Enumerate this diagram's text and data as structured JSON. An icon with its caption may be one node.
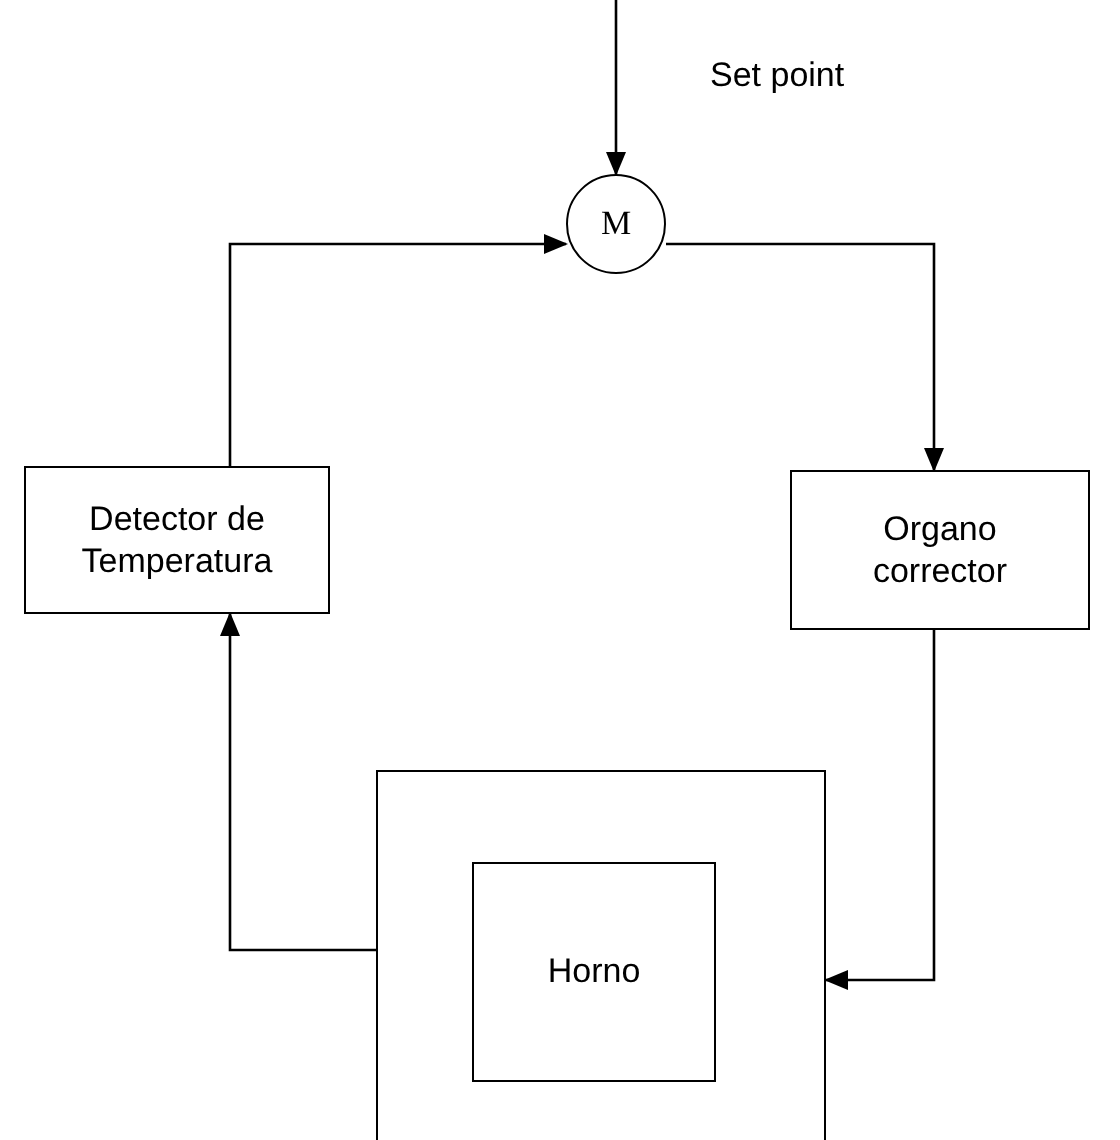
{
  "diagram": {
    "nodes": [
      {
        "text": [
          "M"
        ]
      },
      {
        "text": [
          "Detector de Temperatura"
        ]
      },
      {
        "text": [
          "Organo corrector"
        ]
      },
      {
        "text": [],
        "shape": "box"
      },
      {
        "text": [
          "Horno"
        ],
        "in": 3
      }
    ],
    "edges": [
      {
        "from": null,
        "to": 0,
        "arrow": "to"
      },
      {
        "from": 1,
        "to": 0,
        "arrow": "to"
      },
      {
        "from": 0,
        "to": 2,
        "arrow": "to"
      },
      {
        "from": 2,
        "to": 3,
        "arrow": "to"
      },
      {
        "from": 3,
        "to": 1,
        "arrow": "to"
      }
    ],
    "labels": [
      "Set point"
    ]
  }
}
